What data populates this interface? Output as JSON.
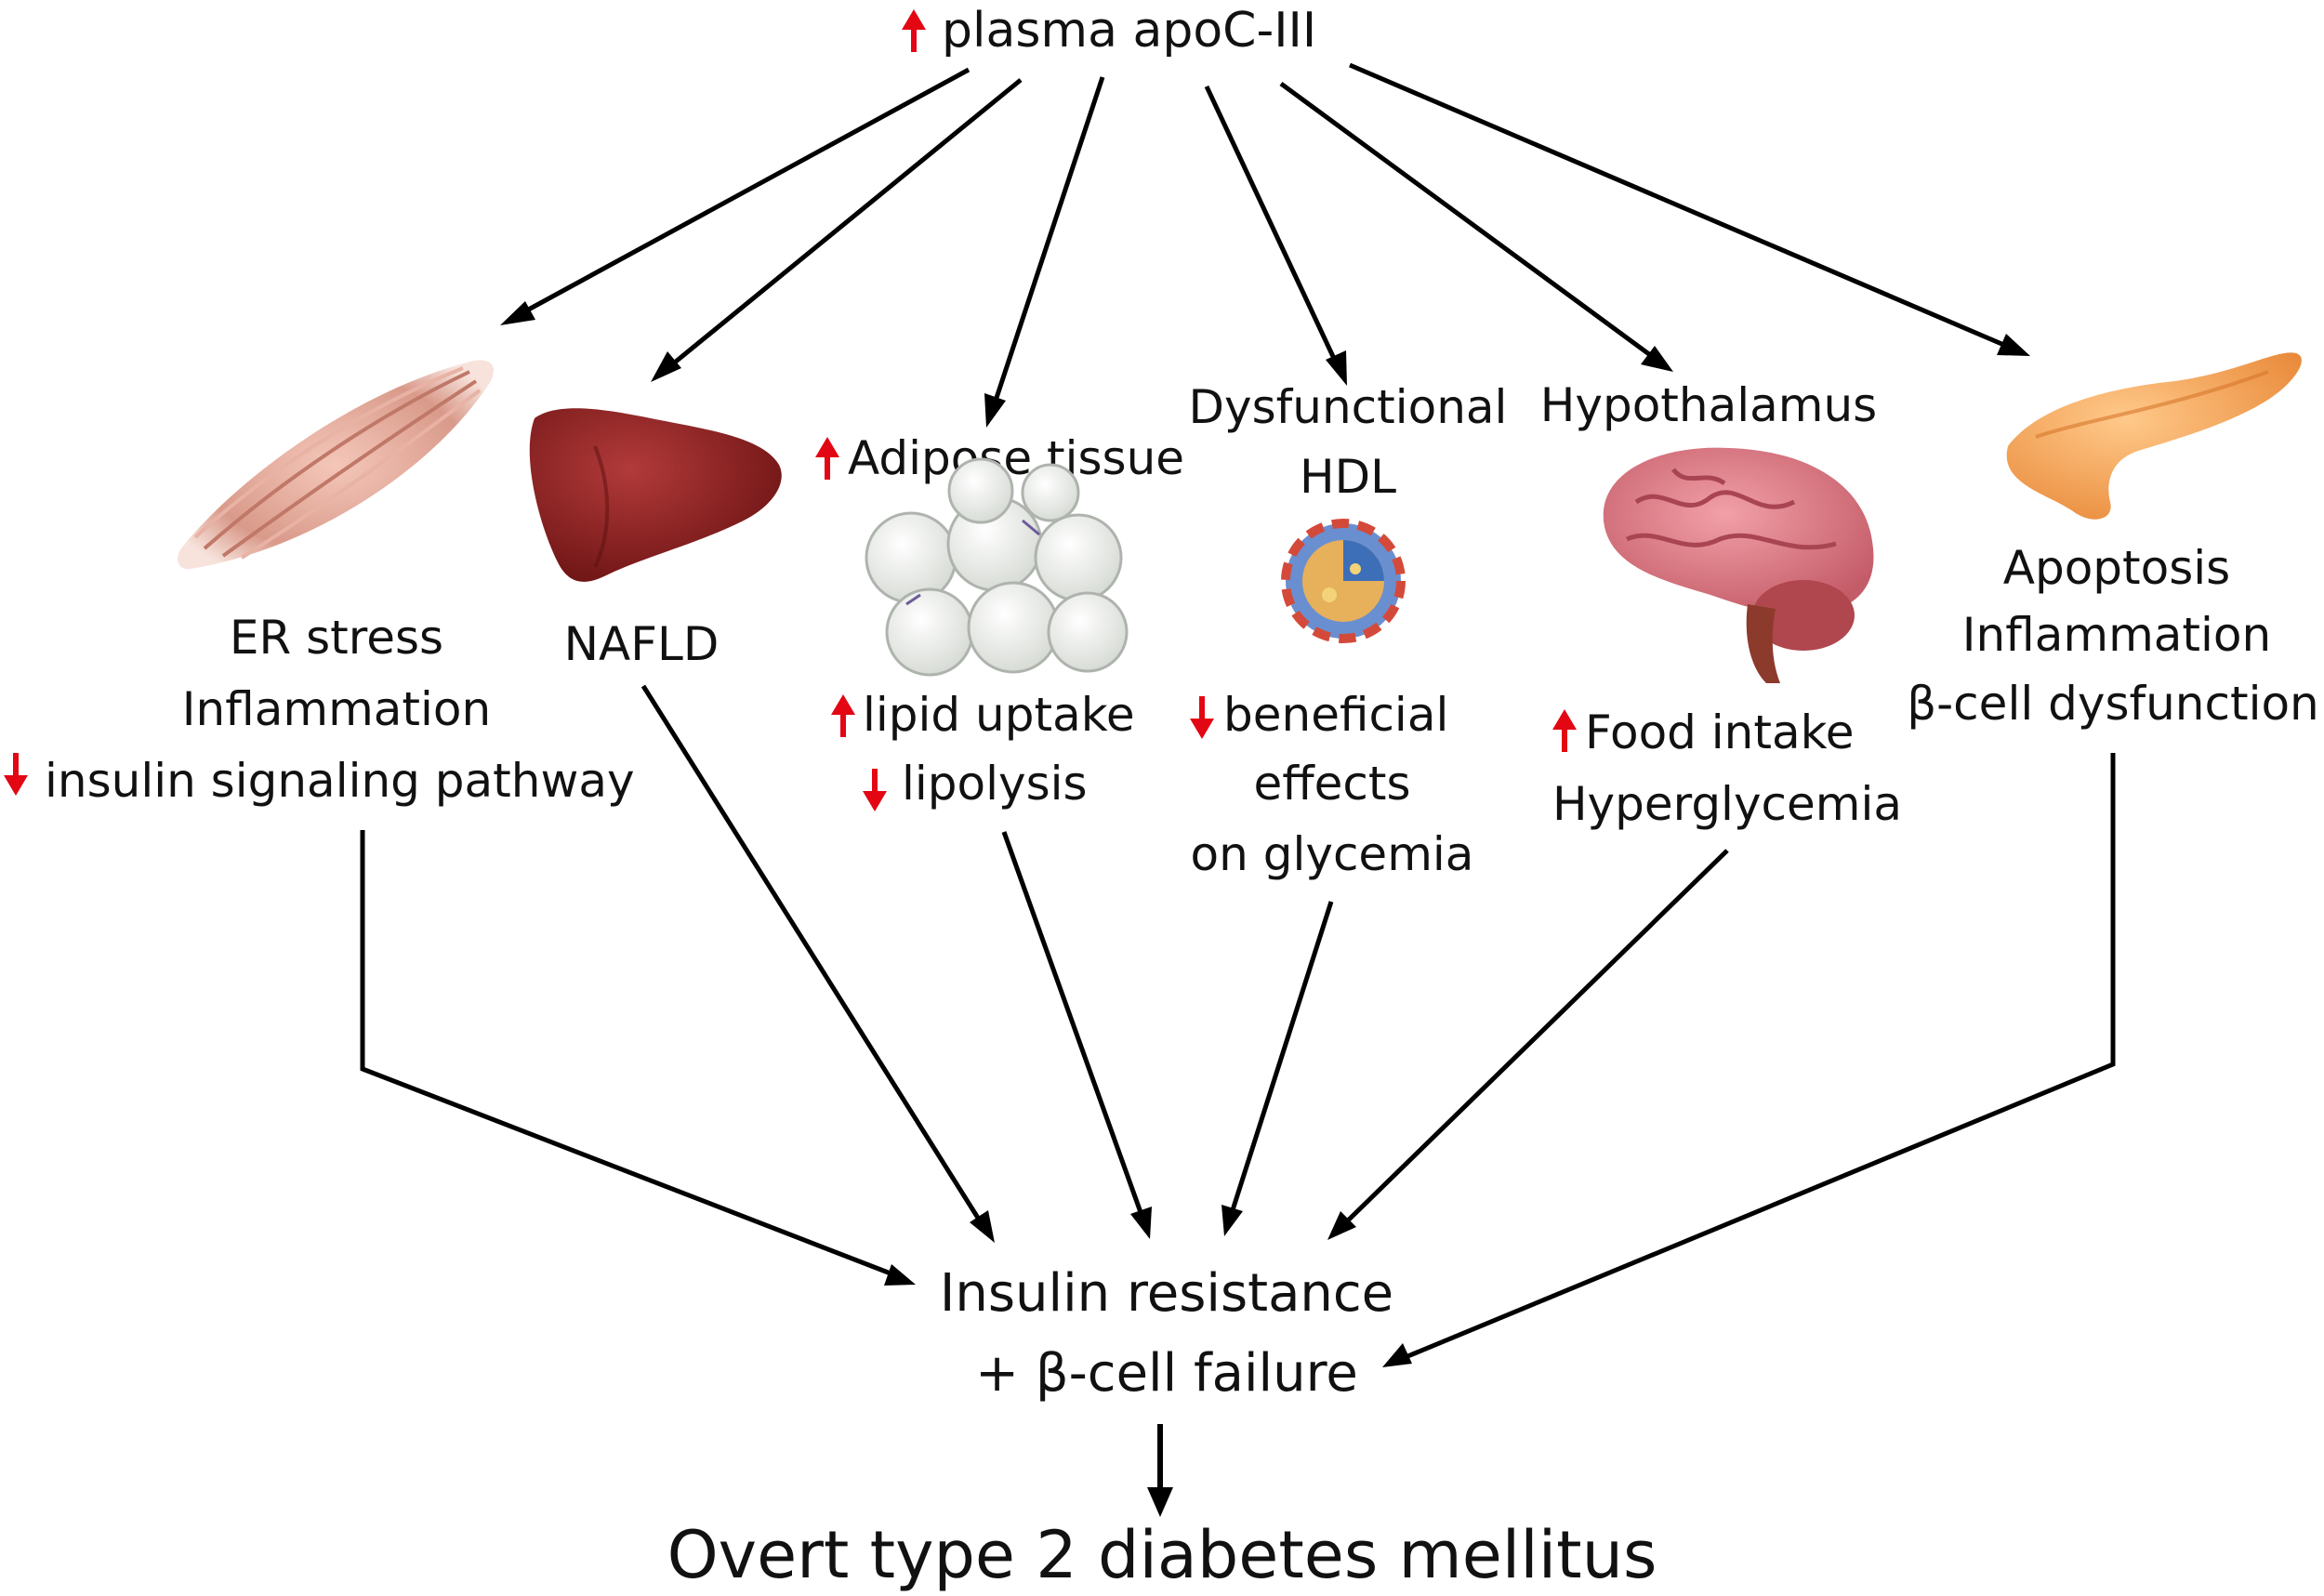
{
  "top": {
    "label": "plasma apoC-III",
    "indicator": "up-arrow"
  },
  "organs": {
    "muscle": {
      "icon": "muscle-icon",
      "lines": [
        {
          "text": "ER stress",
          "indicator": ""
        },
        {
          "text": "Inflammation",
          "indicator": ""
        },
        {
          "text": "insulin signaling pathway",
          "indicator": "down-arrow"
        }
      ]
    },
    "liver": {
      "icon": "liver-icon",
      "lines": [
        {
          "text": "NAFLD",
          "indicator": ""
        }
      ]
    },
    "adipose": {
      "icon": "adipose-cells-icon",
      "heading": {
        "text": "Adipose tissue",
        "indicator": "up-arrow"
      },
      "lines": [
        {
          "text": "lipid uptake",
          "indicator": "up-arrow"
        },
        {
          "text": "lipolysis",
          "indicator": "down-arrow"
        }
      ]
    },
    "hdl": {
      "icon": "hdl-particle-icon",
      "heading_lines": [
        "Dysfunctional",
        "HDL"
      ],
      "lines": [
        {
          "text": "beneficial",
          "indicator": "down-arrow"
        },
        {
          "text": "effects",
          "indicator": ""
        },
        {
          "text": "on glycemia",
          "indicator": ""
        }
      ]
    },
    "hypothalamus": {
      "icon": "brain-icon",
      "heading": "Hypothalamus",
      "lines": [
        {
          "text": "Food intake",
          "indicator": "up-arrow"
        },
        {
          "text": "Hyperglycemia",
          "indicator": ""
        }
      ]
    },
    "pancreas": {
      "icon": "pancreas-icon",
      "lines": [
        {
          "text": "Apoptosis",
          "indicator": ""
        },
        {
          "text": "Inflammation",
          "indicator": ""
        },
        {
          "text": "β-cell dysfunction",
          "indicator": ""
        }
      ]
    }
  },
  "convergence": {
    "line1": "Insulin resistance",
    "line2": "+ β-cell failure"
  },
  "outcome": "Overt type 2 diabetes mellitus",
  "colors": {
    "increase_decrease_arrow": "#e30613",
    "flow_arrow": "#000000"
  }
}
